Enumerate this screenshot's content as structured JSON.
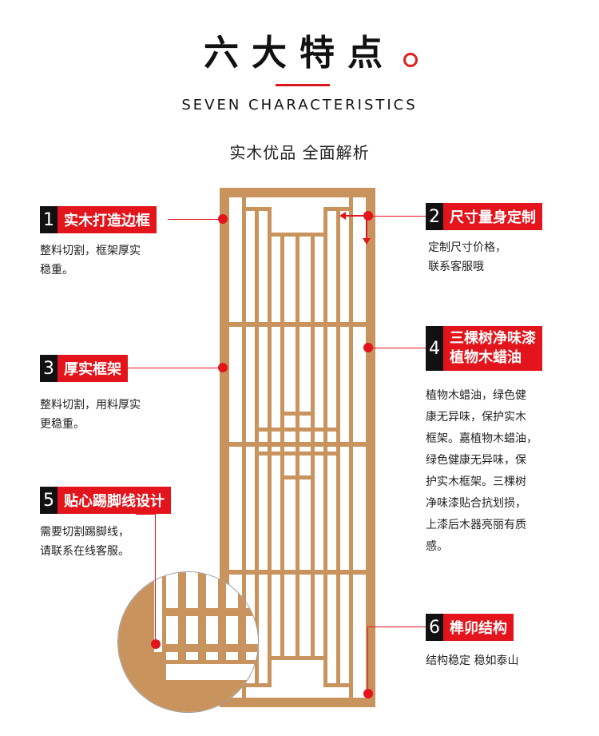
{
  "header": {
    "title": "六大特点",
    "subtitle": "SEVEN CHARACTERISTICS",
    "slogan": "实木优品  全面解析"
  },
  "colors": {
    "accent": "#e3141b",
    "wood": "#c9935d",
    "badge_dark": "#111111"
  },
  "features": [
    {
      "num": "1",
      "label": "实木打造边框",
      "desc": [
        "整料切割，框架厚实",
        "稳重。"
      ]
    },
    {
      "num": "2",
      "label": "尺寸量身定制",
      "desc": [
        "定制尺寸价格，",
        "联系客服哦"
      ]
    },
    {
      "num": "3",
      "label": "厚实框架",
      "desc": [
        "整料切割，用料厚实",
        "更稳重。"
      ]
    },
    {
      "num": "4",
      "label_line1": "三棵树净味漆",
      "label_line2": "植物木蜡油",
      "desc": [
        "植物木蜡油，绿色健",
        "康无异味，保护实木",
        "框架。嘉植物木蜡油，",
        "绿色健康无异味，保",
        "护实木框架。三棵树",
        "净味漆贴合抗划损，",
        "上漆后木器亮丽有质",
        "感。"
      ]
    },
    {
      "num": "5",
      "label": "贴心踢脚线设计",
      "desc": [
        "需要切割踢脚线，",
        "请联系在线客服。"
      ]
    },
    {
      "num": "6",
      "label": "榫卯结构",
      "desc": [
        "结构稳定 稳如泰山"
      ]
    }
  ]
}
